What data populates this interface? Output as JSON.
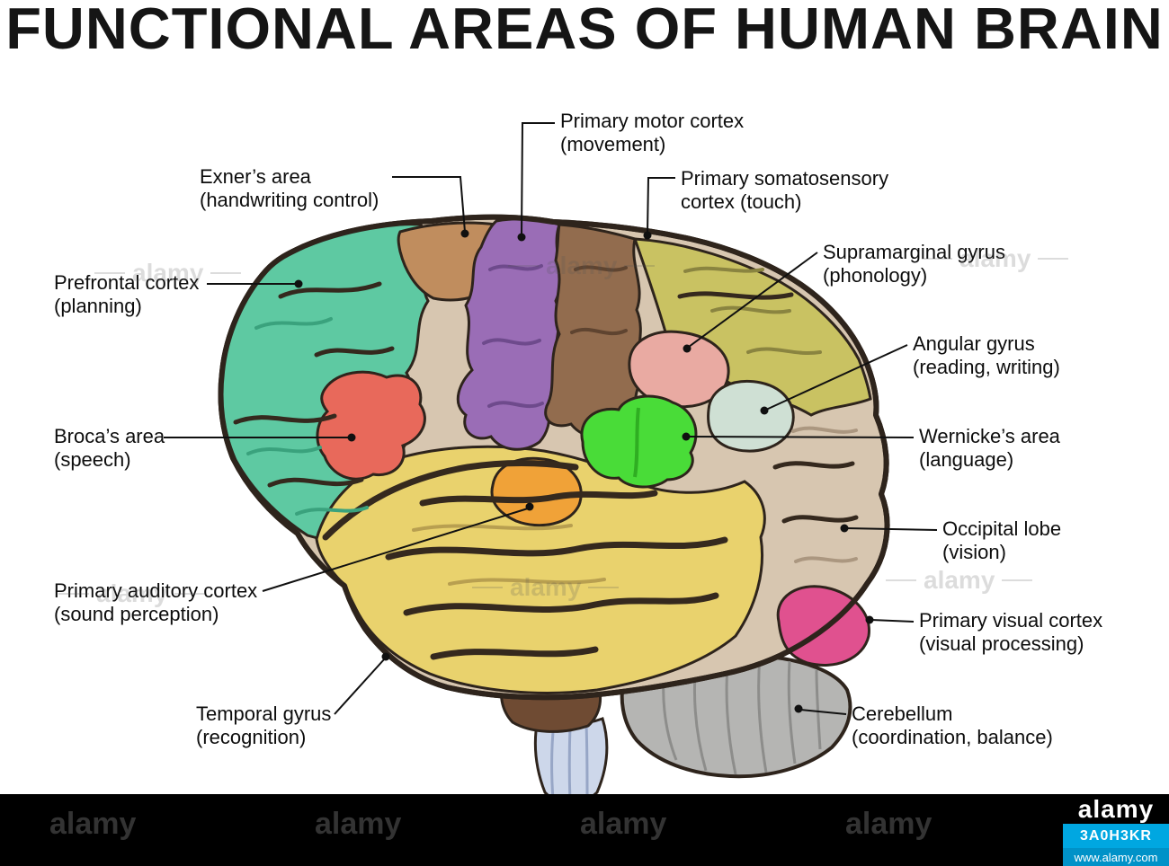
{
  "title": "FUNCTIONAL AREAS OF HUMAN BRAIN",
  "labels": [
    {
      "line1": "Primary motor cortex",
      "line2": "(movement)"
    },
    {
      "line1": "Exner’s area",
      "line2": "(handwriting control)"
    },
    {
      "line1": "Primary somatosensory",
      "line2": "cortex (touch)"
    },
    {
      "line1": "Prefrontal cortex",
      "line2": "(planning)"
    },
    {
      "line1": "Supramarginal gyrus",
      "line2": "(phonology)"
    },
    {
      "line1": "Angular gyrus",
      "line2": "(reading, writing)"
    },
    {
      "line1": "Broca’s area",
      "line2": "(speech)"
    },
    {
      "line1": "Wernicke’s area",
      "line2": "(language)"
    },
    {
      "line1": "Occipital lobe",
      "line2": "(vision)"
    },
    {
      "line1": "Primary auditory cortex",
      "line2": "(sound perception)"
    },
    {
      "line1": "Primary visual cortex",
      "line2": "(visual processing)"
    },
    {
      "line1": "Temporal gyrus",
      "line2": "(recognition)"
    },
    {
      "line1": "Cerebellum",
      "line2": "(coordination, balance)"
    }
  ],
  "regions": [
    {
      "name": "Prefrontal cortex",
      "color": "#5ec9a2"
    },
    {
      "name": "Broca's area",
      "color": "#e8695b"
    },
    {
      "name": "Exner's area",
      "color": "#c08d5e"
    },
    {
      "name": "Primary motor cortex",
      "color": "#9a6db6"
    },
    {
      "name": "Primary somatosensory cortex",
      "color": "#926c4e"
    },
    {
      "name": "Parietal area",
      "color": "#c9c262"
    },
    {
      "name": "Supramarginal gyrus",
      "color": "#e9aaa2"
    },
    {
      "name": "Angular gyrus",
      "color": "#cfe0d4"
    },
    {
      "name": "Wernicke's area",
      "color": "#49dc38"
    },
    {
      "name": "Temporal gyrus",
      "color": "#e9d26d"
    },
    {
      "name": "Primary auditory cortex",
      "color": "#f0a238"
    },
    {
      "name": "Occipital lobe",
      "color": "#d7c6b0"
    },
    {
      "name": "Primary visual cortex",
      "color": "#e0518f"
    },
    {
      "name": "Cerebellum",
      "color": "#b5b5b3"
    },
    {
      "name": "Brainstem",
      "color": "#cdd7ea"
    },
    {
      "name": "Pons",
      "color": "#6f4b33"
    }
  ],
  "watermark": {
    "mark": "alamy",
    "image_id": "3A0H3KR",
    "url": "www.alamy.com"
  }
}
